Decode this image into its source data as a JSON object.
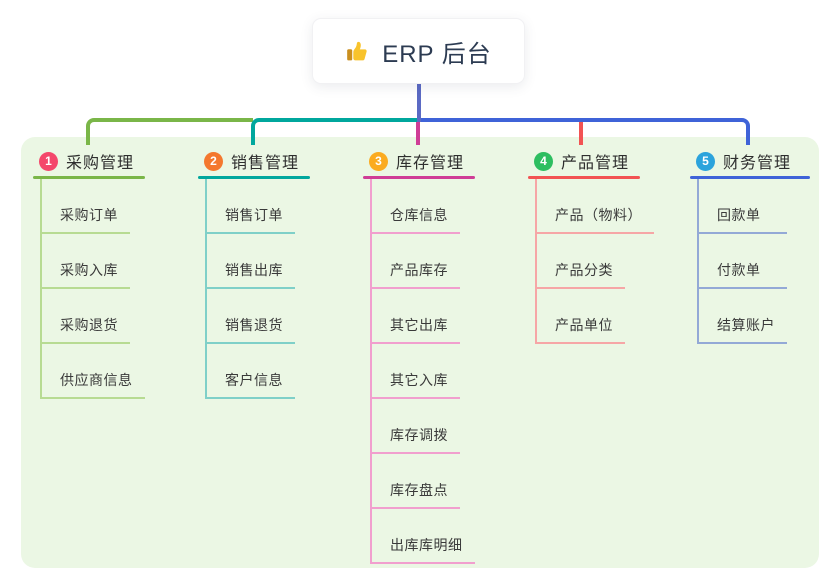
{
  "root": {
    "label": "ERP 后台",
    "icon": "thumbs-up",
    "icon_color": "#f8c32c",
    "icon_cuff_color": "#ca8f1f"
  },
  "branches": [
    {
      "num": "1",
      "label": "采购管理",
      "badge_color": "#f4476b",
      "line_color": "#7ab648",
      "light_color": "#b7db92",
      "children": [
        "采购订单",
        "采购入库",
        "采购退货",
        "供应商信息"
      ]
    },
    {
      "num": "2",
      "label": "销售管理",
      "badge_color": "#f4782e",
      "line_color": "#00a79d",
      "light_color": "#7fd0c8",
      "children": [
        "销售订单",
        "销售出库",
        "销售退货",
        "客户信息"
      ]
    },
    {
      "num": "3",
      "label": "库存管理",
      "badge_color": "#fbab1f",
      "line_color": "#cf3d96",
      "light_color": "#f19fce",
      "children": [
        "仓库信息",
        "产品库存",
        "其它出库",
        "其它入库",
        "库存调拨",
        "库存盘点",
        "出库库明细"
      ]
    },
    {
      "num": "4",
      "label": "产品管理",
      "badge_color": "#2dbe60",
      "line_color": "#f25353",
      "light_color": "#f6a6a6",
      "children": [
        "产品（物料）",
        "产品分类",
        "产品单位"
      ]
    },
    {
      "num": "5",
      "label": "财务管理",
      "badge_color": "#2ba3dc",
      "line_color": "#3f63d8",
      "light_color": "#93a9d6",
      "children": [
        "回款单",
        "付款单",
        "结算账户"
      ]
    }
  ],
  "colors": {
    "panel_bg": "#ebf7e4",
    "root_drop_line": "#5b6ac4",
    "canvas_bg": "#ffffff"
  }
}
